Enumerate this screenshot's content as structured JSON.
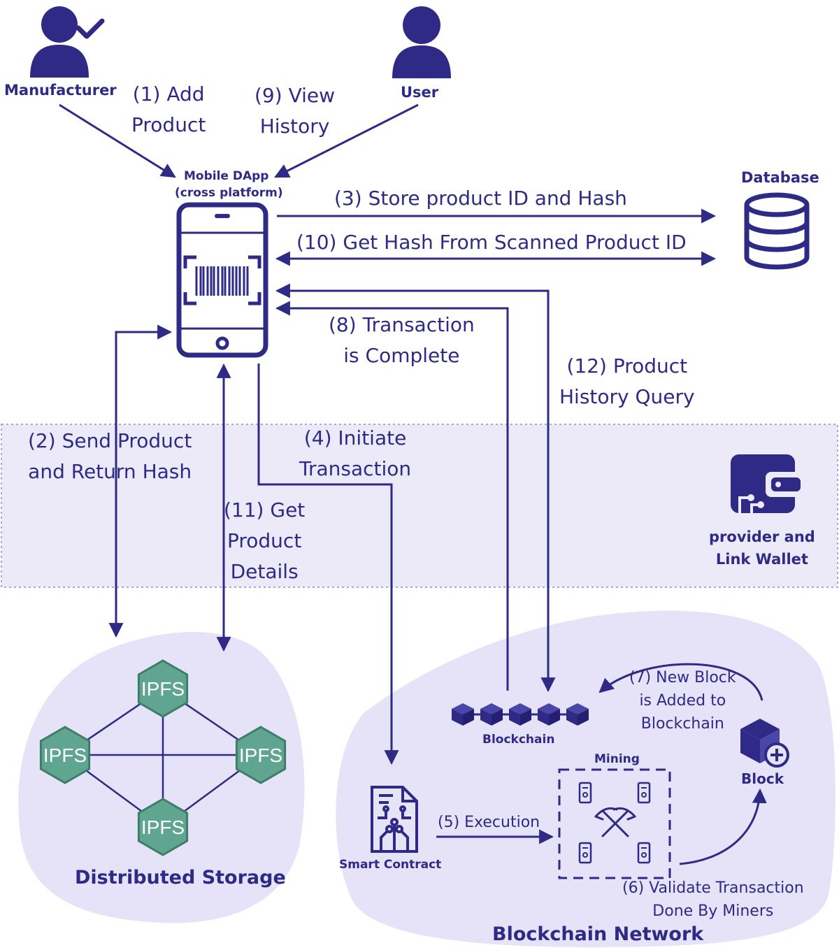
{
  "actors": {
    "manufacturer": "Manufacturer",
    "user": "User"
  },
  "app": {
    "name": "Mobile DApp",
    "platform": "(cross platform)"
  },
  "database": {
    "label": "Database"
  },
  "wallet": {
    "line1": "provider and",
    "line2": "Link Wallet"
  },
  "storage": {
    "title": "Distributed Storage",
    "node_label": "IPFS"
  },
  "network": {
    "title": "Blockchain Network",
    "blockchain_label": "Blockchain",
    "smart_contract_label": "Smart Contract",
    "mining_label": "Mining",
    "block_label": "Block"
  },
  "steps": {
    "s1": {
      "line1": "(1) Add",
      "line2": "Product"
    },
    "s2": {
      "line1": "(2) Send Product",
      "line2": "and Return Hash"
    },
    "s3": "(3) Store product ID and Hash",
    "s4": {
      "line1": "(4) Initiate",
      "line2": "Transaction"
    },
    "s5": "(5) Execution",
    "s6": {
      "line1": "(6) Validate Transaction",
      "line2": "Done By Miners"
    },
    "s7": {
      "line1": "(7) New Block",
      "line2": "is Added to",
      "line3": "Blockchain"
    },
    "s8": {
      "line1": "(8) Transaction",
      "line2": "is Complete"
    },
    "s9": {
      "line1": "(9) View",
      "line2": "History"
    },
    "s10": "(10) Get Hash From Scanned Product ID",
    "s11": {
      "line1": "(11) Get",
      "line2": "Product",
      "line3": "Details"
    },
    "s12": {
      "line1": "(12) Product",
      "line2": "History Query"
    }
  },
  "colors": {
    "primary": "#2e2a86",
    "region_fill": "#e6e3f8",
    "band_fill": "#eceaf9",
    "ipfs_green": "#5fa58f",
    "ipfs_dark": "#3f7d6b"
  },
  "icons": {
    "manufacturer": "user-check-icon",
    "user": "user-icon",
    "phone": "phone-barcode-icon",
    "database": "database-icon",
    "wallet": "wallet-icon",
    "blockchain": "blockchain-cubes-icon",
    "smart_contract": "smart-contract-icon",
    "mining": "pickaxe-icon",
    "block": "block-plus-icon"
  }
}
